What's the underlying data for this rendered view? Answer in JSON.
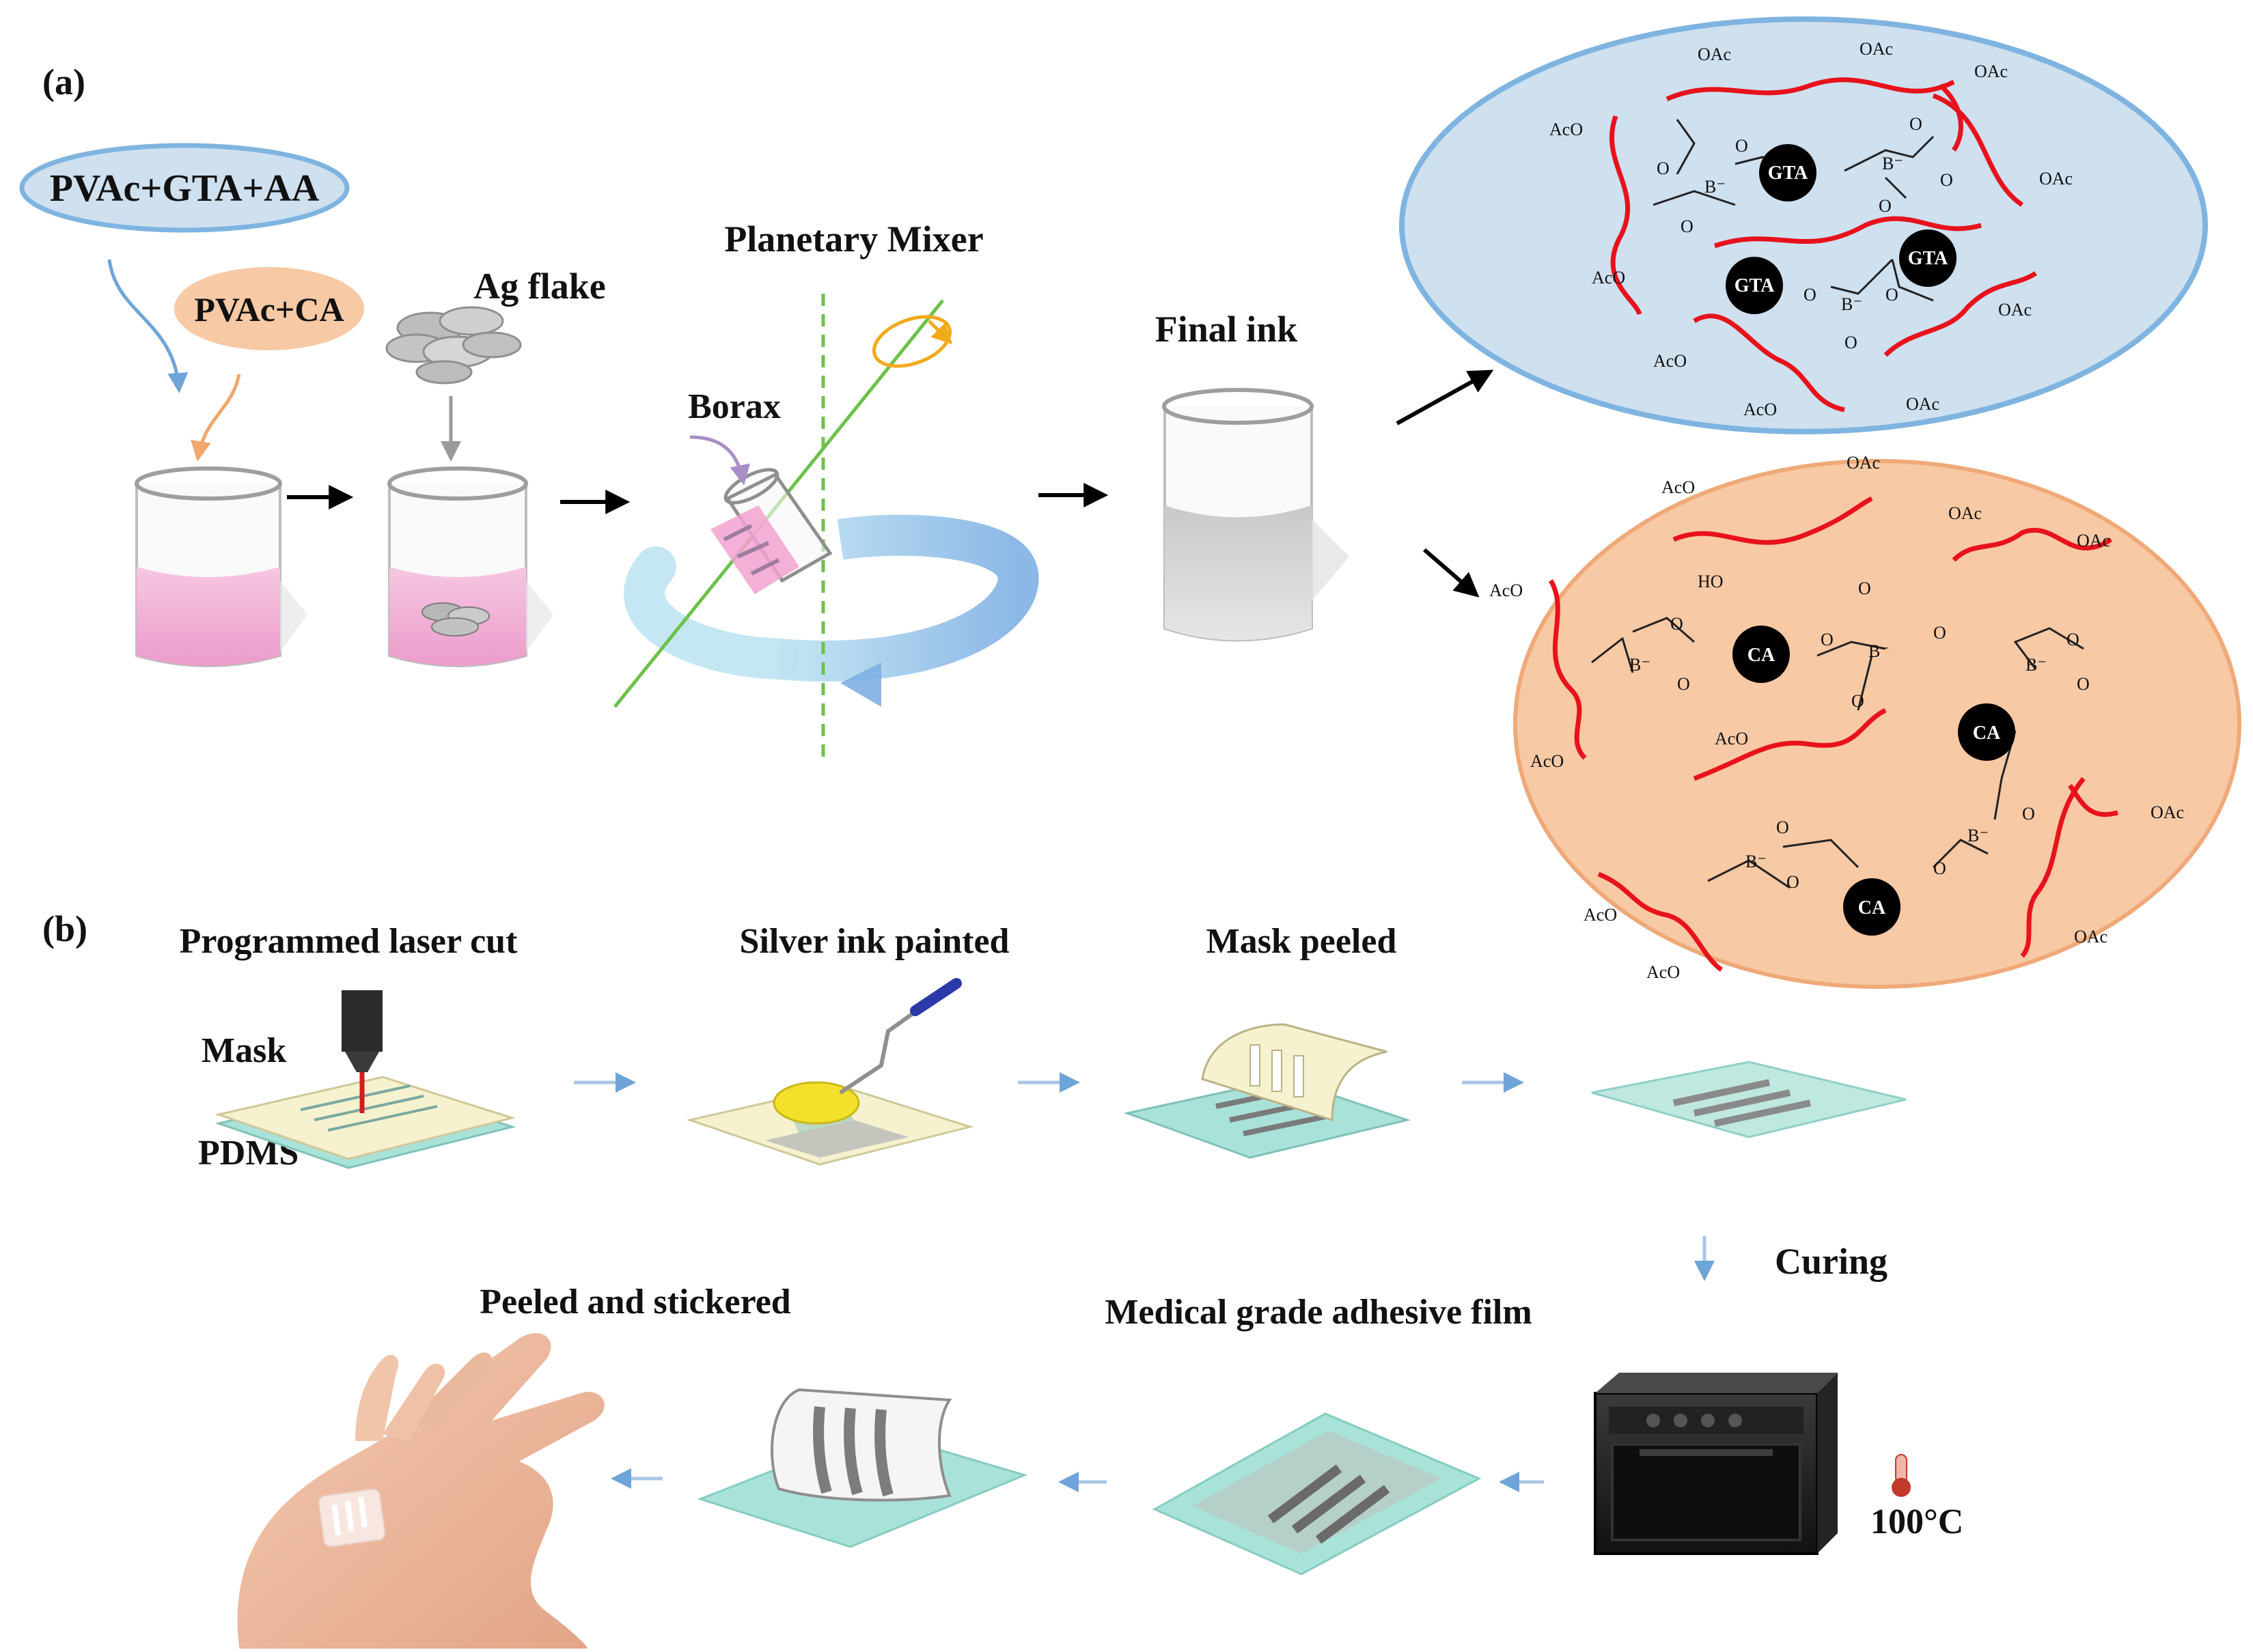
{
  "panel_a": {
    "label": "(a)",
    "ingredient_1": "PVAc+GTA+AA",
    "ingredient_2": "PVAc+CA",
    "ag_flake": "Ag flake",
    "planetary_mixer": "Planetary Mixer",
    "borax": "Borax",
    "final_ink": "Final ink",
    "network_gta": {
      "center": "GTA",
      "boron": "B⁻",
      "oxygen": "O",
      "acetoxy_left": "AcO",
      "acetoxy_right": "OAc"
    },
    "network_ca": {
      "center": "CA",
      "boron": "B⁻",
      "oxygen": "O",
      "hydroxyl": "HO",
      "acetoxy_left": "AcO",
      "acetoxy_right": "OAc"
    }
  },
  "panel_b": {
    "label": "(b)",
    "step_laser": "Programmed laser cut",
    "mask": "Mask",
    "pdms": "PDMS",
    "step_painted": "Silver ink painted",
    "step_peeled": "Mask peeled",
    "curing": "Curing",
    "temperature": "100°C",
    "step_adhesive": "Medical grade adhesive film",
    "step_sticker": "Peeled and stickered"
  },
  "colors": {
    "blue_ellipse_fill": "#cfe0ef",
    "blue_ellipse_stroke": "#7fb4e0",
    "orange_ellipse_fill": "#f8c9a5",
    "orange_ellipse_stroke": "#efa978",
    "polymer_chain": "#e8121c",
    "pink_liquid": "#f2b3d6",
    "pdms_teal": "#a9e2d8",
    "mask_cream": "#f6f2cf",
    "arrow_light_blue": "#a8c6e6"
  }
}
